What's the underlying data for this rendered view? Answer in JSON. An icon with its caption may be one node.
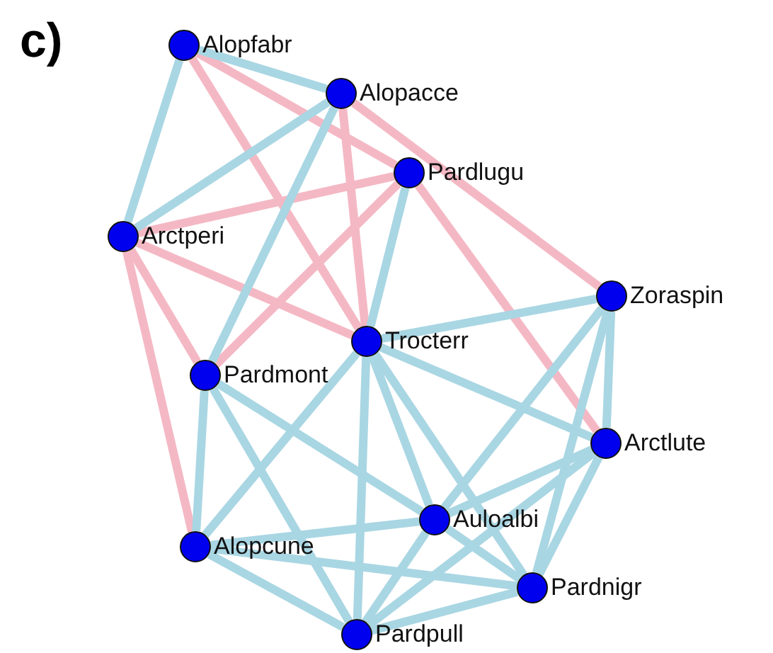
{
  "diagram": {
    "nodes": [
      {
        "text": [
          "Alopfabr"
        ]
      },
      {
        "text": [
          "Alopacce"
        ]
      },
      {
        "text": [
          "Pardlugu"
        ]
      },
      {
        "text": [
          "Arctperi"
        ]
      },
      {
        "text": [
          "Zoraspin"
        ]
      },
      {
        "text": [
          "Trocterr"
        ]
      },
      {
        "text": [
          "Pardmont"
        ]
      },
      {
        "text": [
          "Arctlute"
        ]
      },
      {
        "text": [
          "Auloalbi"
        ]
      },
      {
        "text": [
          "Alopcune"
        ]
      },
      {
        "text": [
          "Pardnigr"
        ]
      },
      {
        "text": [
          "Pardpull"
        ]
      }
    ],
    "edges": [
      {
        "from": 0,
        "to": 2,
        "arrow": "none",
        "color": "#f4b8c4"
      },
      {
        "from": 0,
        "to": 5,
        "arrow": "none",
        "color": "#f4b8c4"
      },
      {
        "from": 1,
        "to": 5,
        "arrow": "none",
        "color": "#f4b8c4"
      },
      {
        "from": 1,
        "to": 4,
        "arrow": "none",
        "color": "#f4b8c4"
      },
      {
        "from": 2,
        "to": 7,
        "arrow": "none",
        "color": "#f4b8c4"
      },
      {
        "from": 3,
        "to": 2,
        "arrow": "none",
        "color": "#f4b8c4"
      },
      {
        "from": 3,
        "to": 5,
        "arrow": "none",
        "color": "#f4b8c4"
      },
      {
        "from": 3,
        "to": 6,
        "arrow": "none",
        "color": "#f4b8c4"
      },
      {
        "from": 3,
        "to": 9,
        "arrow": "none",
        "color": "#f4b8c4"
      },
      {
        "from": 6,
        "to": 2,
        "arrow": "none",
        "color": "#f4b8c4"
      },
      {
        "from": 0,
        "to": 1,
        "arrow": "none"
      },
      {
        "from": 0,
        "to": 3,
        "arrow": "none"
      },
      {
        "from": 1,
        "to": 3,
        "arrow": "none"
      },
      {
        "from": 1,
        "to": 6,
        "arrow": "none"
      },
      {
        "from": 2,
        "to": 5,
        "arrow": "none"
      },
      {
        "from": 5,
        "to": 4,
        "arrow": "none"
      },
      {
        "from": 5,
        "to": 7,
        "arrow": "none"
      },
      {
        "from": 5,
        "to": 8,
        "arrow": "none"
      },
      {
        "from": 5,
        "to": 10,
        "arrow": "none"
      },
      {
        "from": 5,
        "to": 11,
        "arrow": "none"
      },
      {
        "from": 5,
        "to": 9,
        "arrow": "none"
      },
      {
        "from": 4,
        "to": 7,
        "arrow": "none"
      },
      {
        "from": 4,
        "to": 8,
        "arrow": "none"
      },
      {
        "from": 4,
        "to": 10,
        "arrow": "none"
      },
      {
        "from": 7,
        "to": 8,
        "arrow": "none"
      },
      {
        "from": 7,
        "to": 10,
        "arrow": "none"
      },
      {
        "from": 7,
        "to": 11,
        "arrow": "none"
      },
      {
        "from": 6,
        "to": 9,
        "arrow": "none"
      },
      {
        "from": 6,
        "to": 11,
        "arrow": "none"
      },
      {
        "from": 6,
        "to": 8,
        "arrow": "none"
      },
      {
        "from": 9,
        "to": 8,
        "arrow": "none"
      },
      {
        "from": 9,
        "to": 11,
        "arrow": "none"
      },
      {
        "from": 9,
        "to": 10,
        "arrow": "none"
      },
      {
        "from": 8,
        "to": 11,
        "arrow": "none"
      },
      {
        "from": 8,
        "to": 10,
        "arrow": "none"
      },
      {
        "from": 11,
        "to": 10,
        "arrow": "none"
      }
    ],
    "labels": [
      "c)"
    ]
  }
}
